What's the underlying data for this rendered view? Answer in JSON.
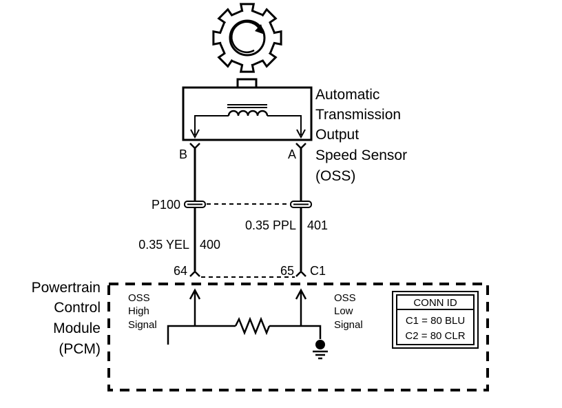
{
  "sensor": {
    "name_lines": [
      "Automatic",
      "Transmission",
      "Output",
      "Speed Sensor",
      "(OSS)"
    ],
    "pin_b": "B",
    "pin_a": "A"
  },
  "inline_connector": {
    "id": "P100"
  },
  "wires": {
    "left": {
      "gauge_color": "0.35 YEL",
      "circuit": "400"
    },
    "right": {
      "gauge_color": "0.35 PPL",
      "circuit": "401"
    }
  },
  "pcm_connector": {
    "pin_left": "64",
    "pin_right": "65",
    "id": "C1"
  },
  "pcm": {
    "name_lines": [
      "Powertrain",
      "Control",
      "Module",
      "(PCM)"
    ],
    "high_signal_lines": [
      "OSS",
      "High",
      "Signal"
    ],
    "low_signal_lines": [
      "OSS",
      "Low",
      "Signal"
    ]
  },
  "conn_id_table": {
    "header": "CONN ID",
    "rows": [
      "C1 = 80 BLU",
      "C2 = 80 CLR"
    ]
  }
}
